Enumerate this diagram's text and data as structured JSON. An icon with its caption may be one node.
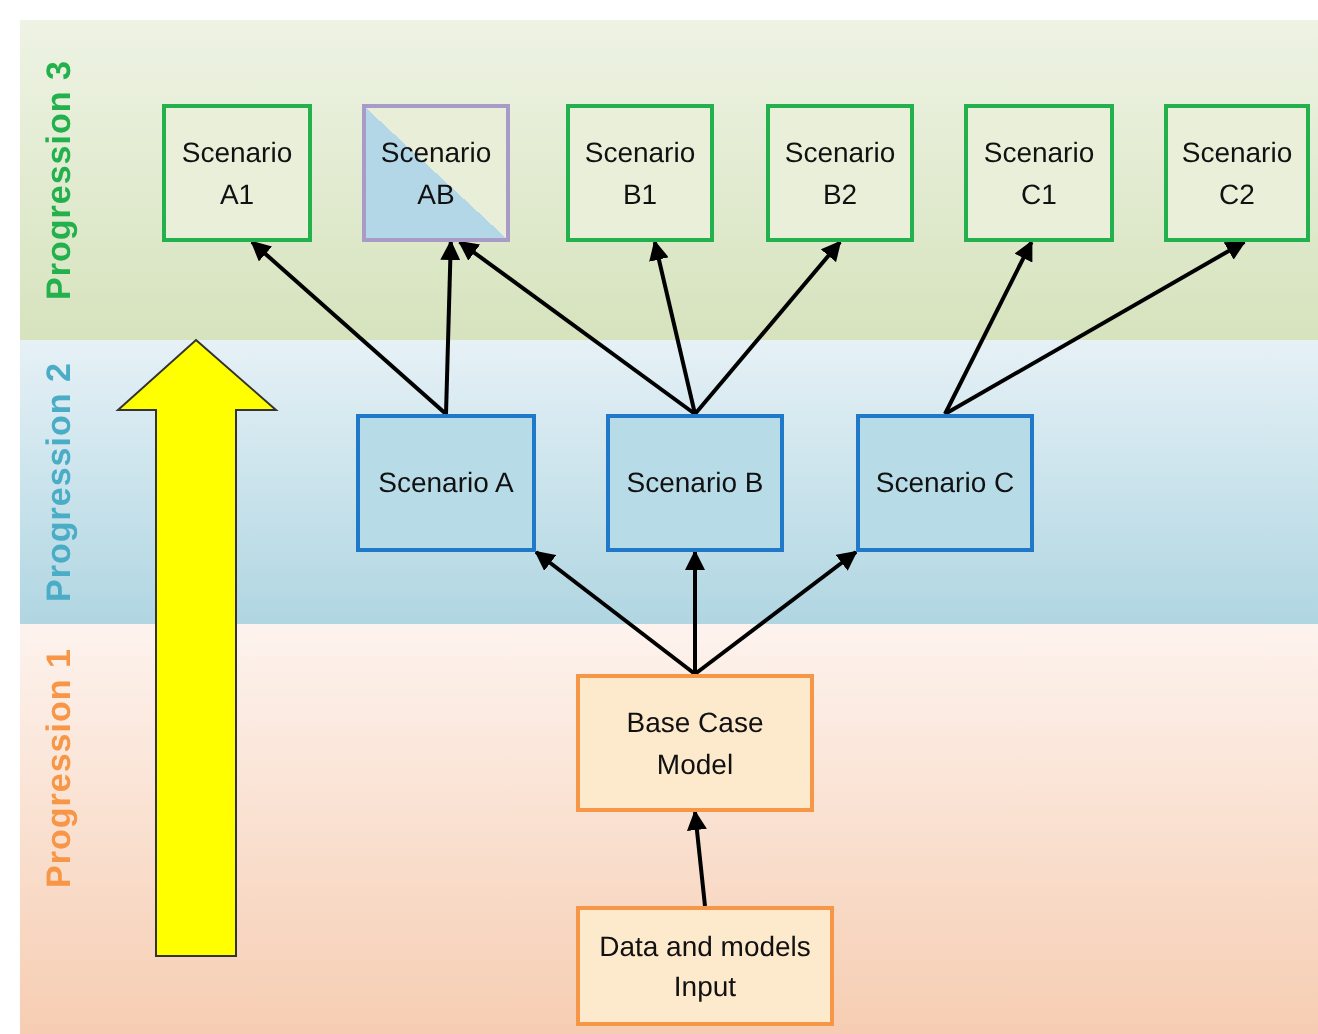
{
  "diagram": {
    "nodes": [
      {
        "text": [
          "Progression 3"
        ]
      },
      {
        "text": [
          "Scenario A1"
        ],
        "in": 0
      },
      {
        "text": [
          "Scenario AB"
        ],
        "in": 0
      },
      {
        "text": [
          "Scenario B1"
        ],
        "in": 0
      },
      {
        "text": [
          "Scenario B2"
        ],
        "in": 0
      },
      {
        "text": [
          "Scenario C1"
        ],
        "in": 0
      },
      {
        "text": [
          "Scenario C2"
        ],
        "in": 0
      },
      {
        "text": [
          "Progression 2"
        ]
      },
      {
        "text": [
          "Scenario A"
        ],
        "in": 7
      },
      {
        "text": [
          "Scenario B"
        ],
        "in": 7
      },
      {
        "text": [
          "Scenario C"
        ],
        "in": 7
      },
      {
        "text": [
          "Progression 1"
        ]
      },
      {
        "text": [
          "Base Case Model"
        ],
        "in": 11
      },
      {
        "text": [
          "Data and models Input"
        ],
        "in": 11
      }
    ],
    "edges": [
      {
        "from": 8,
        "to": 1,
        "arrow": "to"
      },
      {
        "from": 8,
        "to": 2,
        "arrow": "to"
      },
      {
        "from": 9,
        "to": 2,
        "arrow": "to"
      },
      {
        "from": 9,
        "to": 3,
        "arrow": "to"
      },
      {
        "from": 9,
        "to": 4,
        "arrow": "to"
      },
      {
        "from": 10,
        "to": 5,
        "arrow": "to"
      },
      {
        "from": 10,
        "to": 6,
        "arrow": "to"
      },
      {
        "from": 12,
        "to": 8,
        "arrow": "to"
      },
      {
        "from": 12,
        "to": 9,
        "arrow": "to"
      },
      {
        "from": 12,
        "to": 10,
        "arrow": "to"
      },
      {
        "from": 13,
        "to": 12,
        "arrow": "to"
      }
    ]
  }
}
